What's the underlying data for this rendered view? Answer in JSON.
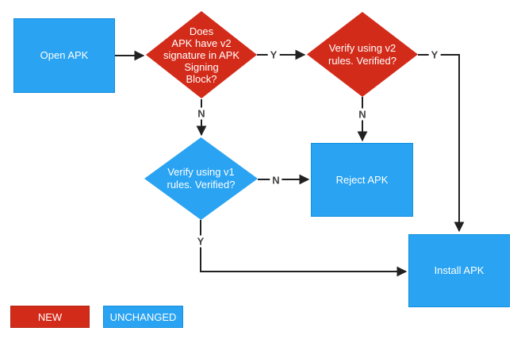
{
  "colors": {
    "new_red": "#d32b1a",
    "unchanged_blue": "#29a3f2",
    "connector": "#212121",
    "edge_label_text": "#424242",
    "node_text": "#ffffff"
  },
  "nodes": {
    "open_apk": {
      "label": "Open APK"
    },
    "v2_check": {
      "lines": [
        "Does",
        "APK have v2",
        "signature in APK",
        "Signing",
        "Block?"
      ]
    },
    "v2_verify": {
      "lines": [
        "Verify using v2",
        "rules. Verified?"
      ]
    },
    "v1_verify": {
      "lines": [
        "Verify using v1",
        "rules. Verified?"
      ]
    },
    "reject_apk": {
      "label": "Reject APK"
    },
    "install_apk": {
      "label": "Install APK"
    }
  },
  "edge_labels": {
    "v2_check_yes": "Y",
    "v2_check_no": "N",
    "v2_verify_yes": "Y",
    "v2_verify_no": "N",
    "v1_verify_no": "N",
    "v1_verify_yes": "Y"
  },
  "legend": {
    "new": "NEW",
    "unchanged": "UNCHANGED"
  }
}
